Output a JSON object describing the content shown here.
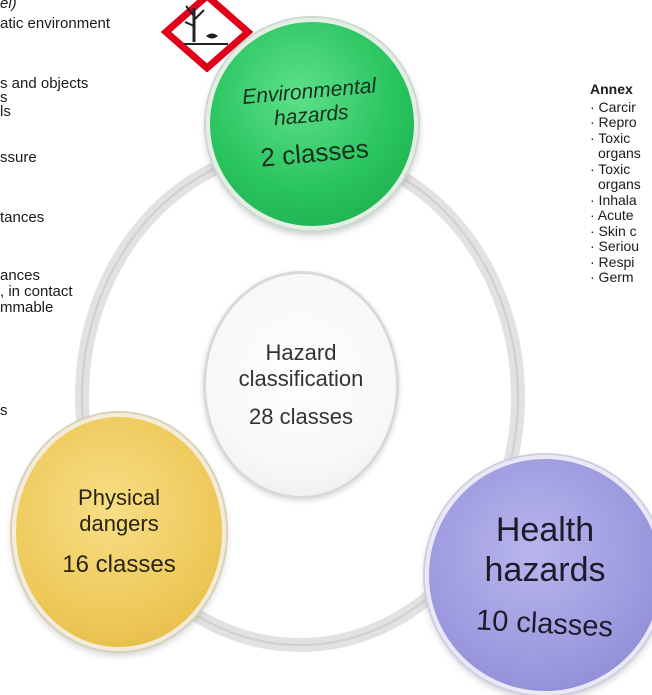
{
  "left_text": [
    "el)",
    "atic environment",
    "s and objects",
    "s",
    "ls",
    "ssure",
    "tances",
    "ances",
    ", in contact",
    "mmable",
    "s"
  ],
  "annex": {
    "heading": "Annex",
    "items": [
      "· Carcir",
      "· Repro",
      "· Toxic",
      "organs",
      "· Toxic",
      "organs",
      "· Inhala",
      "· Acute",
      "· Skin c",
      "· Seriou",
      "· Respi",
      "· Germ"
    ]
  },
  "diagram": {
    "environmental": {
      "title": "Environmental hazards",
      "line1": "Environmental",
      "line2": "hazards",
      "count": "2 classes"
    },
    "center": {
      "line1": "Hazard",
      "line2": "classification",
      "count": "28 classes"
    },
    "physical": {
      "line1": "Physical",
      "line2": "dangers",
      "count": "16 classes"
    },
    "health": {
      "line1": "Health",
      "line2": "hazards",
      "count": "10 classes"
    }
  },
  "colors": {
    "environmental": "#29c45f",
    "physical": "#eec95a",
    "health": "#9e9be0",
    "pictogram_border": "#e0001a"
  },
  "icons": [
    "environment-pictogram-icon"
  ]
}
